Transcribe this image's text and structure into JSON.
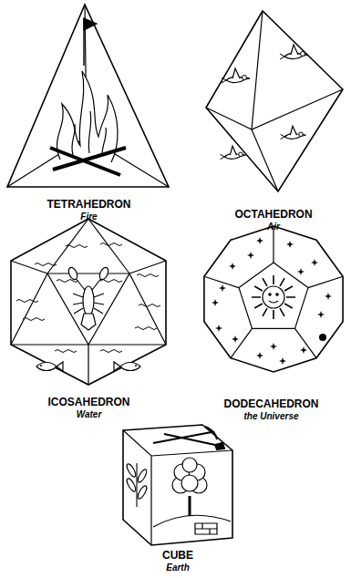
{
  "diagram": {
    "nodes": [
      {
        "text": [
          "TETRAHEDRON",
          "Fire"
        ]
      },
      {
        "text": [
          "OCTAHEDRON",
          "Air"
        ]
      },
      {
        "text": [
          "ICOSAHEDRON",
          "Water"
        ]
      },
      {
        "text": [
          "DODECAHEDRON",
          "the Universe"
        ]
      },
      {
        "text": [
          "CUBE",
          "Earth"
        ]
      }
    ]
  }
}
